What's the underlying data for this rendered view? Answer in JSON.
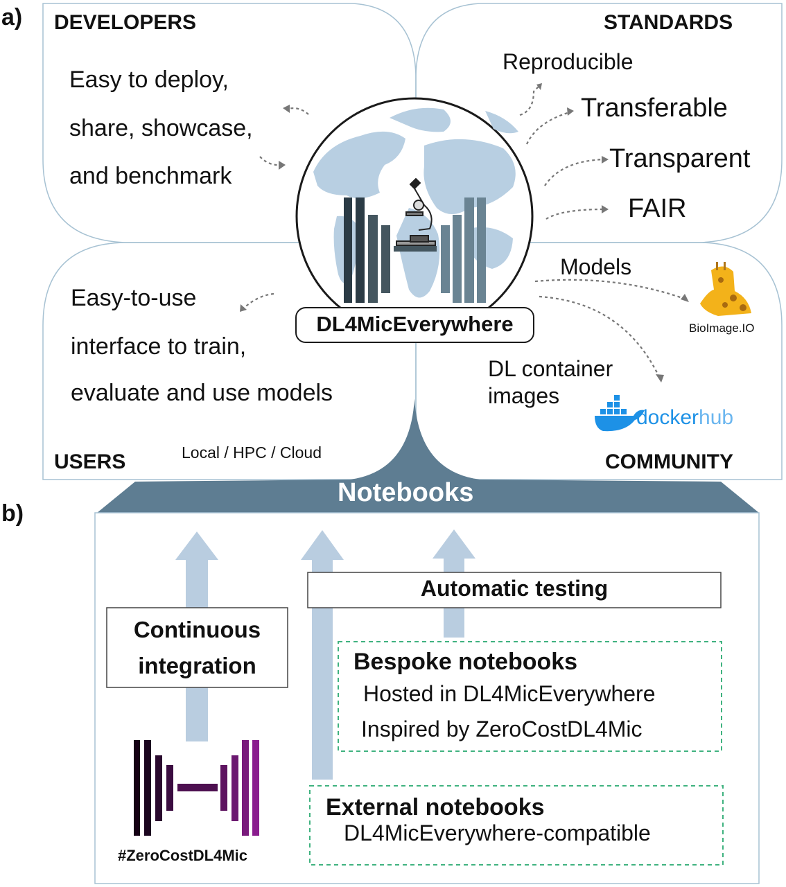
{
  "panel_a": {
    "letter": "a)",
    "developers": {
      "title": "DEVELOPERS",
      "lines": [
        "Easy to deploy,",
        "share, showcase,",
        "and benchmark"
      ]
    },
    "standards": {
      "title": "STANDARDS",
      "items": [
        "Reproducible",
        "Transferable",
        "Transparent",
        "FAIR"
      ]
    },
    "users": {
      "title": "USERS",
      "lines": [
        "Easy-to-use",
        "interface to train,",
        "evaluate and use models"
      ],
      "deploy": "Local / HPC / Cloud"
    },
    "community": {
      "title": "COMMUNITY",
      "models": "Models",
      "containers": [
        "DL container",
        "images"
      ],
      "bioimage": "BioImage.IO",
      "docker_a": "docker",
      "docker_b": "hub"
    },
    "center_label": "DL4MicEverywhere"
  },
  "panel_b": {
    "letter": "b)",
    "notebooks": "Notebooks",
    "ci": [
      "Continuous",
      "integration"
    ],
    "testing": "Automatic testing",
    "bespoke": {
      "title": "Bespoke notebooks",
      "lines": [
        "Hosted in DL4MicEverywhere",
        "Inspired by ZeroCostDL4Mic"
      ]
    },
    "external": {
      "title": "External notebooks",
      "line": "DL4MicEverywhere-compatible"
    },
    "zerocost": "#ZeroCostDL4Mic"
  },
  "colors": {
    "accent": "#5e7d92",
    "arrow": "#b9cde0",
    "map": "#b8cfe2",
    "dark_bar": "#2b3b45",
    "purple": "#7a1a7a",
    "dashed_green": "#3fb27f",
    "docker": "#1d91e6"
  }
}
